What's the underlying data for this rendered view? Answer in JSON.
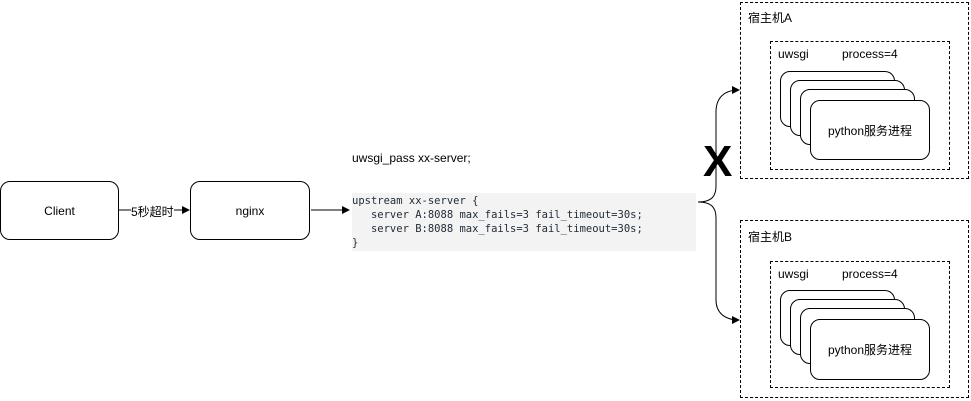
{
  "client": {
    "label": "Client"
  },
  "timeout_label": "5秒超时",
  "nginx": {
    "label": "nginx"
  },
  "uwsgi_pass": "uwsgi_pass xx-server;",
  "upstream_code": {
    "line1": "upstream xx-server {",
    "line2": "   server A:8088 max_fails=3 fail_timeout=30s;",
    "line3": "   server B:8088 max_fails=3 fail_timeout=30s;",
    "line4": "}"
  },
  "x_mark": "X",
  "host_a": {
    "title": "宿主机A",
    "uwsgi_label": "uwsgi",
    "process_label": "process=4",
    "worker_label": "python服务进程"
  },
  "host_b": {
    "title": "宿主机B",
    "uwsgi_label": "uwsgi",
    "process_label": "process=4",
    "worker_label": "python服务进程"
  }
}
